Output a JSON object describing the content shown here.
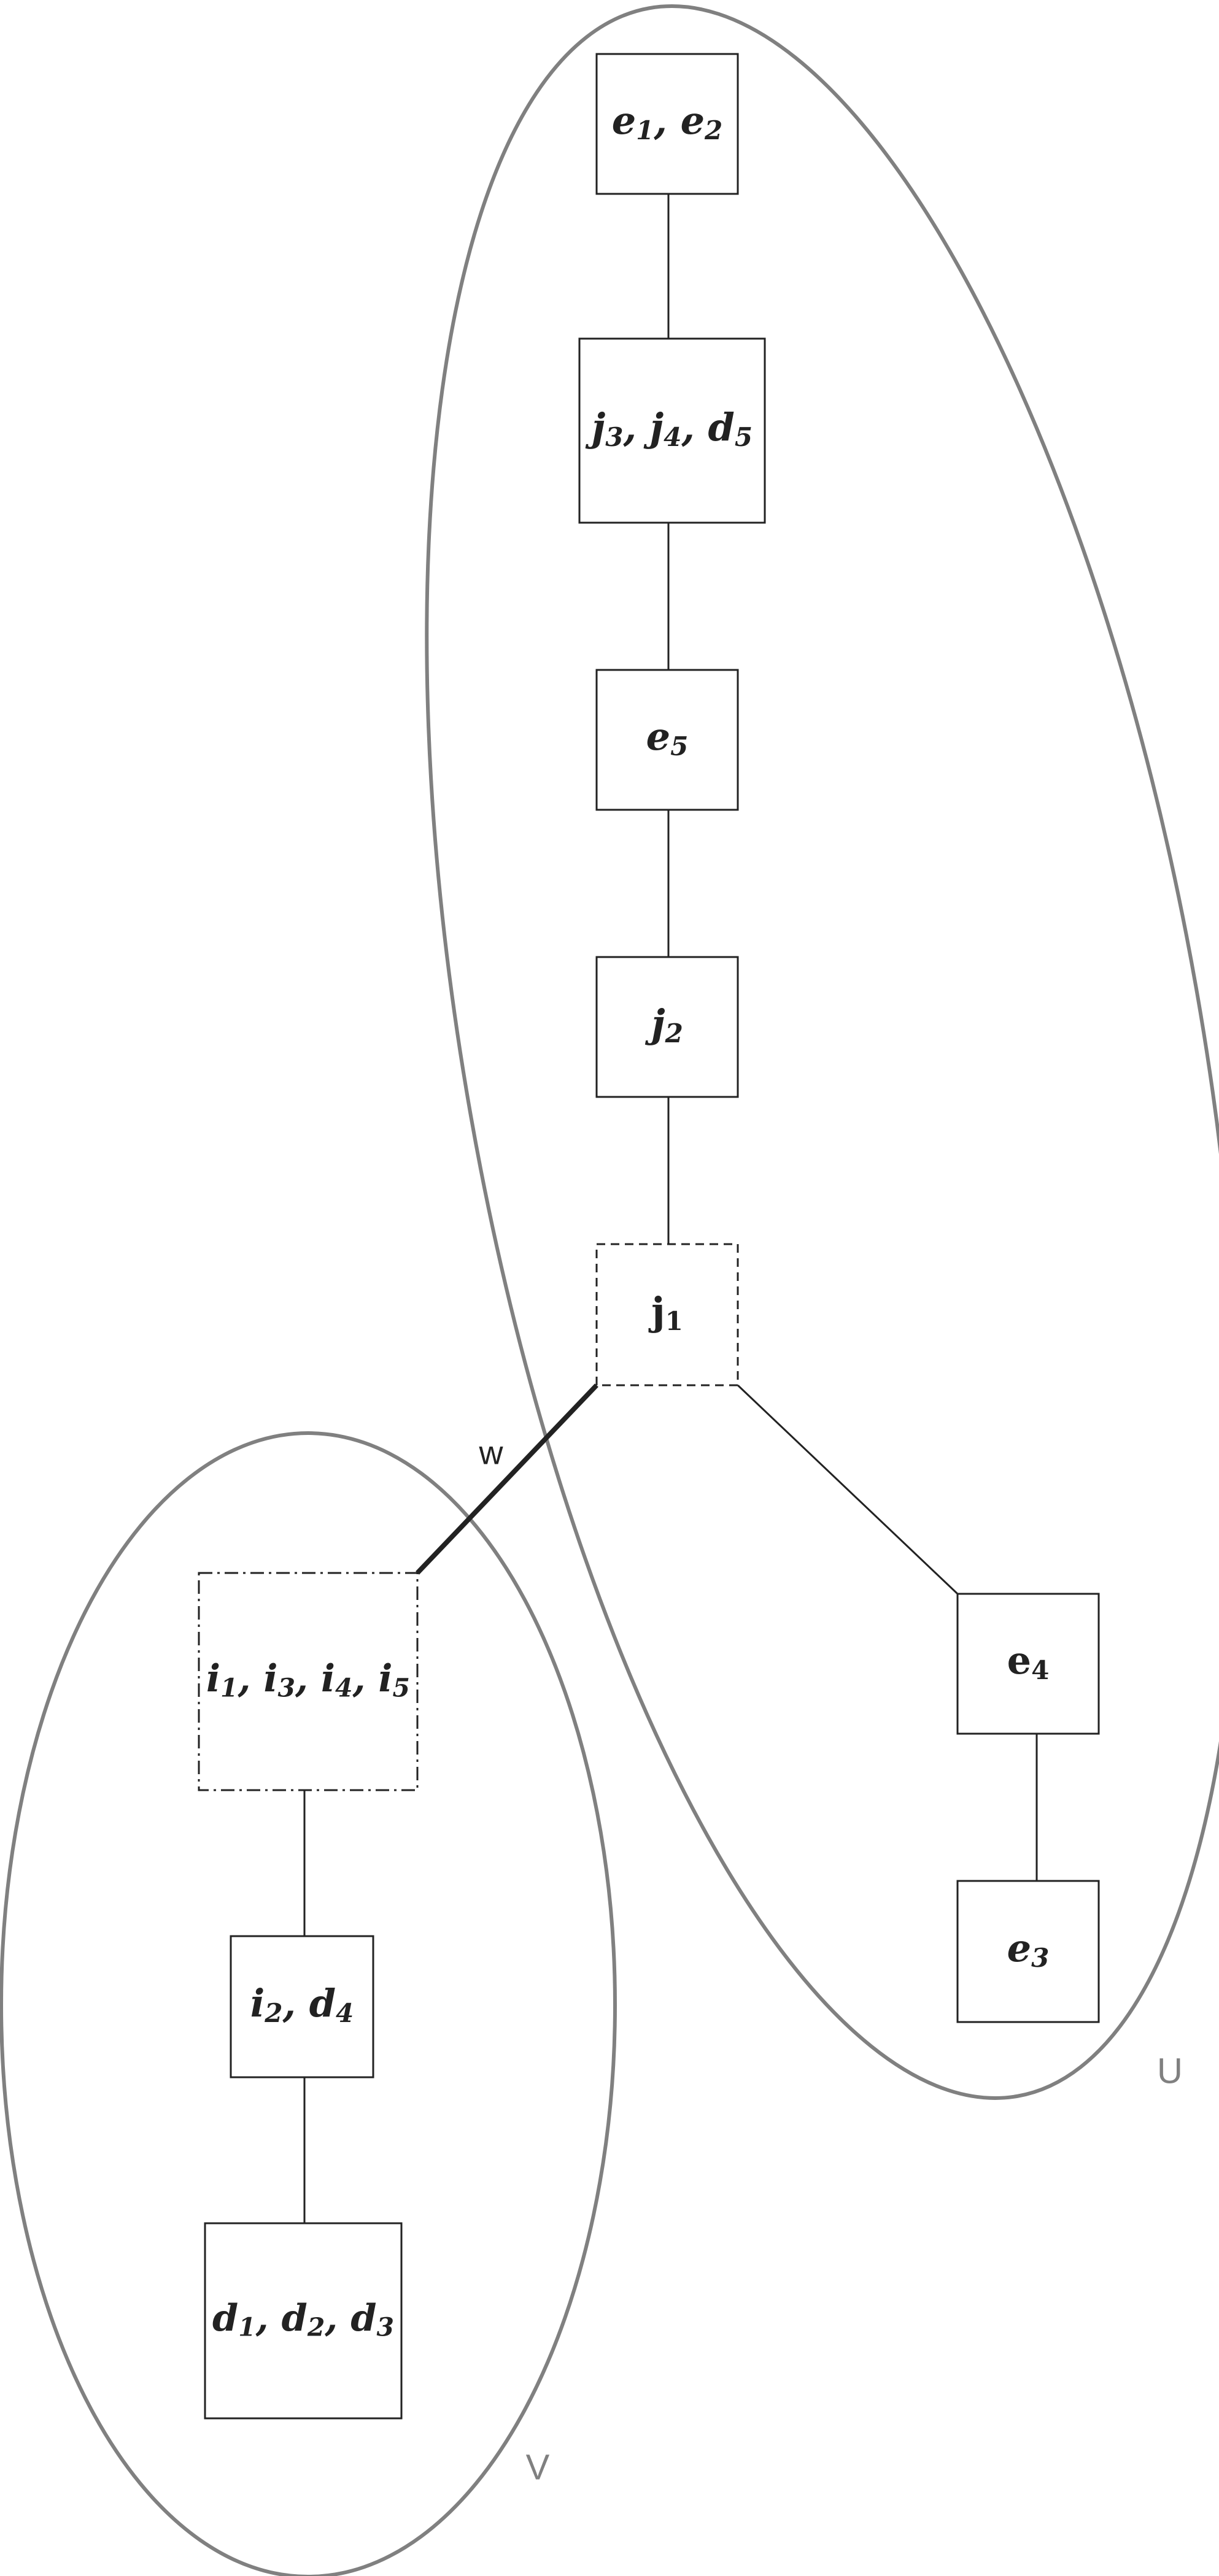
{
  "regions": [
    {
      "id": "U",
      "label": "U"
    },
    {
      "id": "V",
      "label": "V"
    }
  ],
  "nodes": [
    {
      "id": "n1",
      "style": "solid",
      "upright": false,
      "terms": [
        [
          "e",
          "1"
        ],
        [
          "e",
          "2"
        ]
      ]
    },
    {
      "id": "n2",
      "style": "solid",
      "upright": false,
      "terms": [
        [
          "j",
          "3"
        ],
        [
          "j",
          "4"
        ],
        [
          "d",
          "5"
        ]
      ]
    },
    {
      "id": "n3",
      "style": "solid",
      "upright": false,
      "terms": [
        [
          "e",
          "5"
        ]
      ]
    },
    {
      "id": "n4",
      "style": "solid",
      "upright": false,
      "terms": [
        [
          "j",
          "2"
        ]
      ]
    },
    {
      "id": "n5",
      "style": "dashed",
      "upright": true,
      "terms": [
        [
          "j",
          "1"
        ]
      ]
    },
    {
      "id": "n6",
      "style": "solid",
      "upright": true,
      "terms": [
        [
          "e",
          "4"
        ]
      ]
    },
    {
      "id": "n7",
      "style": "solid",
      "upright": false,
      "terms": [
        [
          "e",
          "3"
        ]
      ]
    },
    {
      "id": "n8",
      "style": "dashdot",
      "upright": false,
      "terms": [
        [
          "i",
          "1"
        ],
        [
          "i",
          "3"
        ],
        [
          "i",
          "4"
        ],
        [
          "i",
          "5"
        ]
      ]
    },
    {
      "id": "n9",
      "style": "solid",
      "upright": false,
      "terms": [
        [
          "i",
          "2"
        ],
        [
          "d",
          "4"
        ]
      ]
    },
    {
      "id": "n10",
      "style": "solid",
      "upright": false,
      "terms": [
        [
          "d",
          "1"
        ],
        [
          "d",
          "2"
        ],
        [
          "d",
          "3"
        ]
      ]
    }
  ],
  "edges": [
    {
      "from": "n1",
      "to": "n2",
      "bold": false,
      "label": ""
    },
    {
      "from": "n2",
      "to": "n3",
      "bold": false,
      "label": ""
    },
    {
      "from": "n3",
      "to": "n4",
      "bold": false,
      "label": ""
    },
    {
      "from": "n4",
      "to": "n5",
      "bold": false,
      "label": ""
    },
    {
      "from": "n5",
      "to": "n6",
      "bold": false,
      "label": ""
    },
    {
      "from": "n6",
      "to": "n7",
      "bold": false,
      "label": ""
    },
    {
      "from": "n5",
      "to": "n8",
      "bold": true,
      "label": "w"
    },
    {
      "from": "n8",
      "to": "n9",
      "bold": false,
      "label": ""
    },
    {
      "from": "n9",
      "to": "n10",
      "bold": false,
      "label": ""
    }
  ]
}
